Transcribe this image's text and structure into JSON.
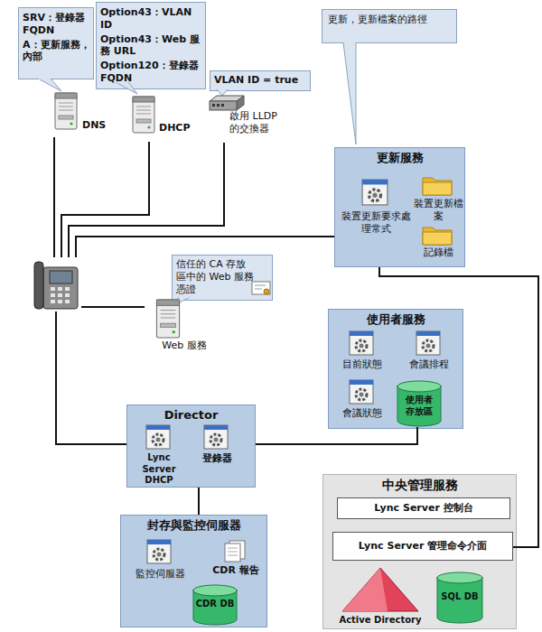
{
  "diagram": {
    "nodes": [
      {
        "text": [
          "SRV：登錄器 FQDN",
          "A：更新服務，內部"
        ]
      },
      {
        "text": [
          "Option43：VLAN ID",
          "Option43：Web 服務 URL",
          "Option120：登錄器 FQDN"
        ]
      },
      {
        "text": [
          "VLAN ID = true"
        ]
      },
      {
        "text": [
          "DNS"
        ]
      },
      {
        "text": [
          "DHCP"
        ]
      },
      {
        "text": [
          "啟用 LLDP 的交換器"
        ]
      },
      {
        "text": [
          "更新，更新檔案的路徑"
        ]
      },
      {
        "text": [
          "更新服務"
        ]
      },
      {
        "text": [
          "裝置更新要求處理常式"
        ],
        "in": 7
      },
      {
        "text": [
          "裝置更新檔案"
        ],
        "in": 7
      },
      {
        "text": [
          "記錄檔"
        ],
        "in": 7
      },
      {
        "text": []
      },
      {
        "text": [
          "信任的 CA 存放區中的 Web 服務憑證"
        ]
      },
      {
        "text": [
          "Web 服務"
        ]
      },
      {
        "text": [
          "使用者服務"
        ]
      },
      {
        "text": [
          "目前狀態"
        ],
        "in": 14
      },
      {
        "text": [
          "會議排程"
        ],
        "in": 14
      },
      {
        "text": [
          "會議狀態"
        ],
        "in": 14
      },
      {
        "text": [
          "使用者存放區"
        ],
        "in": 14
      },
      {
        "text": [
          "Director"
        ]
      },
      {
        "text": [
          "Lync Server DHCP"
        ],
        "in": 19
      },
      {
        "text": [
          "登錄器"
        ],
        "in": 19
      },
      {
        "text": [
          "中央管理服務"
        ]
      },
      {
        "text": [
          "Lync Server 控制台"
        ],
        "in": 22
      },
      {
        "text": [
          "Lync Server 管理命令介面"
        ],
        "in": 22
      },
      {
        "text": [
          "Active Directory"
        ],
        "in": 22
      },
      {
        "text": [
          "SQL DB"
        ],
        "in": 22
      },
      {
        "text": [
          "封存與監控伺服器"
        ]
      },
      {
        "text": [
          "監控伺服器"
        ],
        "in": 27
      },
      {
        "text": [
          "CDR 報告"
        ],
        "in": 27
      },
      {
        "text": [
          "CDR DB"
        ],
        "in": 27
      }
    ],
    "edges": [
      {
        "from": 11,
        "to": 3,
        "arrow": "none"
      },
      {
        "from": 11,
        "to": 4,
        "arrow": "none"
      },
      {
        "from": 11,
        "to": 5,
        "arrow": "none"
      },
      {
        "from": 11,
        "to": 7,
        "arrow": "none"
      },
      {
        "from": 11,
        "to": 13,
        "arrow": "none"
      },
      {
        "from": 11,
        "to": 19,
        "arrow": "none"
      },
      {
        "from": 19,
        "to": 18,
        "arrow": "none"
      },
      {
        "from": 19,
        "to": 27,
        "arrow": "none"
      },
      {
        "from": 7,
        "to": 24,
        "arrow": "none"
      }
    ]
  }
}
